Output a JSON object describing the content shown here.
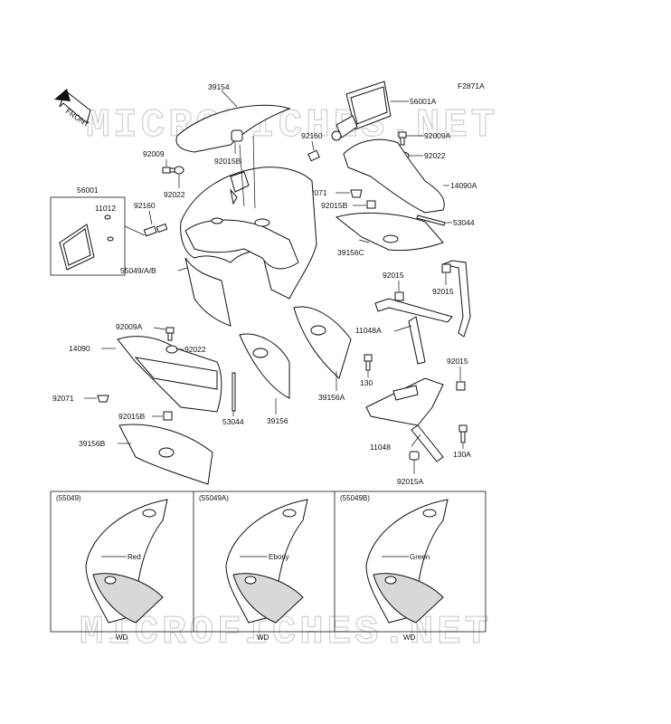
{
  "figure_id": "F2871A",
  "front_label": "FRONT",
  "watermark": "MICROFICHES.NET",
  "parts": {
    "p39154": "39154",
    "p56001A": "56001A",
    "p92009A_top": "92009A",
    "p92022_top": "92022",
    "p14090A": "14090A",
    "p92160_top": "92160",
    "p92009": "92009",
    "p92015B_top": "92015B",
    "p92071_top": "92071",
    "p92015B_right": "92015B",
    "p53044_top": "53044",
    "p92022_left": "92022",
    "p56001": "56001",
    "p11012": "11012",
    "p92160_left": "92160",
    "p39156C": "39156C",
    "p92015_a": "92015",
    "p92015_b": "92015",
    "p55049AB": "55049/A/B",
    "p11048A": "11048A",
    "p92009A_low": "92009A",
    "p92022_low": "92022",
    "p14090": "14090",
    "p130": "130",
    "p92015_c": "92015",
    "p92071_low": "92071",
    "p92015B_low": "92015B",
    "p53044_low": "53044",
    "p39156": "39156",
    "p39156A": "39156A",
    "p11048": "11048",
    "p130A": "130A",
    "p39156B": "39156B",
    "p92015A": "92015A"
  },
  "variants": [
    {
      "code": "(55049)",
      "color": "Red",
      "note": "WD"
    },
    {
      "code": "(55049A)",
      "color": "Ebony",
      "note": "WD"
    },
    {
      "code": "(55049B)",
      "color": "Green",
      "note": "WD"
    }
  ]
}
